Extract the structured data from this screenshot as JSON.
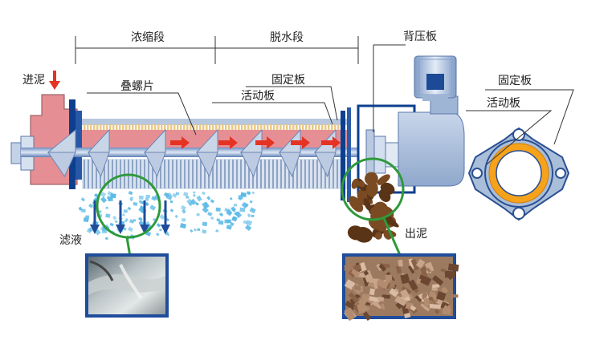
{
  "labels": {
    "thickening_section": "浓缩段",
    "dewatering_section": "脱水段",
    "back_pressure_plate": "背压板",
    "inlet": "进泥",
    "stack_plates": "叠螺片",
    "fixed_plate_main": "固定板",
    "moving_plate_main": "活动板",
    "fixed_plate_detail": "固定板",
    "moving_plate_detail": "活动板",
    "filtrate": "滤液",
    "sludge_out": "出泥"
  },
  "colors": {
    "sludge_pink": "#e58f95",
    "steel_blue": "#a9bed9",
    "frame_blue": "#0d3f8f",
    "ring_orange": "#f7a21b",
    "green_ring": "#2e9a3a",
    "arrow_red": "#e53323",
    "filtrate_cyan": "#5ab9e6",
    "cake_brown": "#7a4a22"
  }
}
